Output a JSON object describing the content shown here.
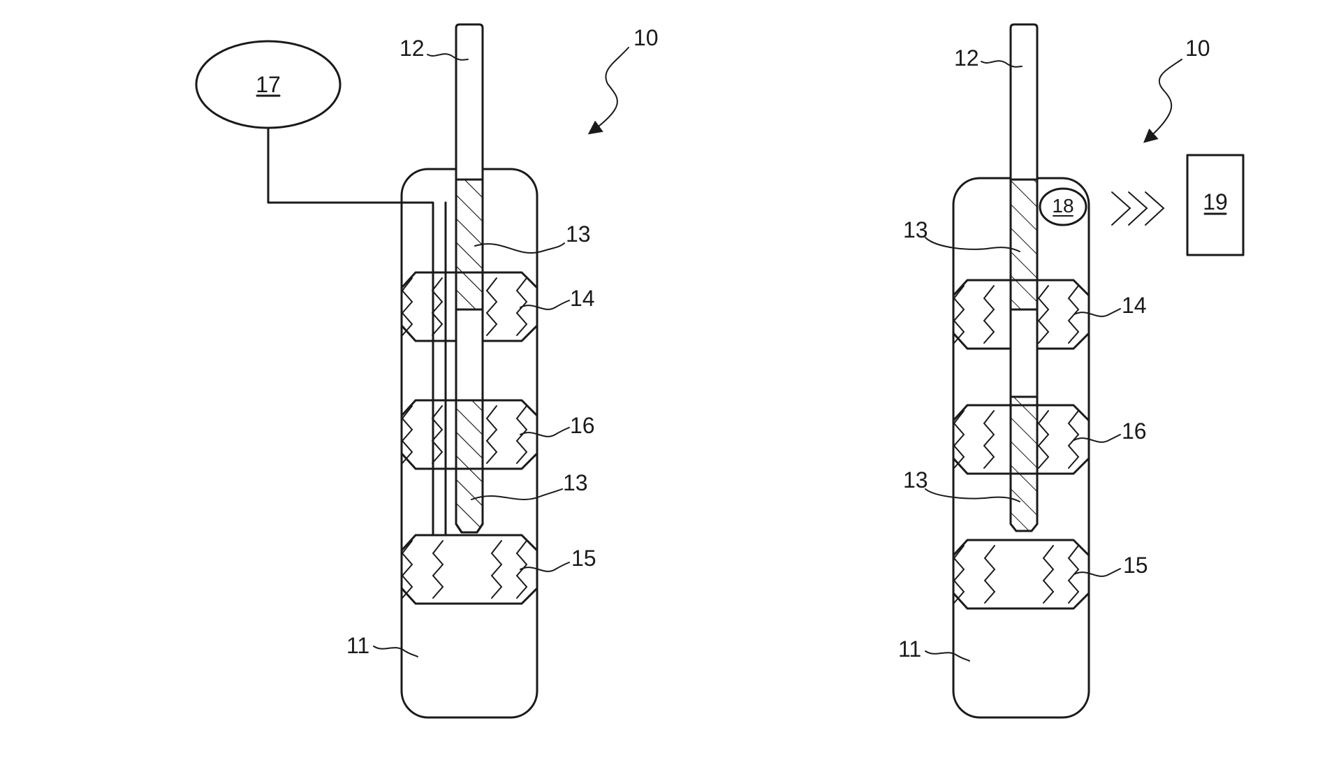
{
  "figures": [
    {
      "labels": {
        "device": "10",
        "housing": "11",
        "stem": "12",
        "insert_top": "13",
        "insert_bottom": "13",
        "seal_top": "14",
        "seal_middle": "16",
        "seal_bottom": "15",
        "unit": "17"
      }
    },
    {
      "labels": {
        "device": "10",
        "housing": "11",
        "stem": "12",
        "insert_top": "13",
        "insert_bottom": "13",
        "seal_top": "14",
        "seal_middle": "16",
        "seal_bottom": "15",
        "transmitter": "18",
        "receiver": "19"
      }
    }
  ],
  "colors": {
    "line": "#1a1a1a",
    "background": "#ffffff"
  }
}
